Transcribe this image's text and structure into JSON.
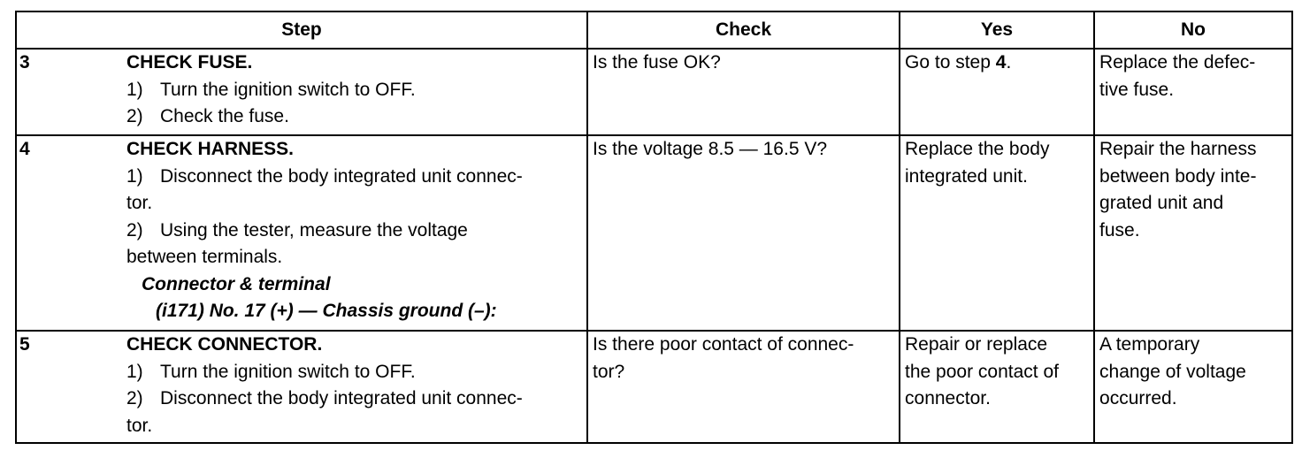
{
  "headers": {
    "step": "Step",
    "check": "Check",
    "yes": "Yes",
    "no": "No"
  },
  "rows": [
    {
      "num": "3",
      "title": "CHECK FUSE.",
      "lines": [
        {
          "n": "1)",
          "t": "Turn the ignition switch to OFF."
        },
        {
          "n": "2)",
          "t": "Check the fuse."
        }
      ],
      "check": "Is the fuse OK?",
      "yes_prefix": "Go to step ",
      "yes_step": "4",
      "yes_suffix": ".",
      "no": "Replace the defec-\ntive fuse."
    },
    {
      "num": "4",
      "title": "CHECK HARNESS.",
      "lines": [
        {
          "n": "1)",
          "t": "Disconnect the body integrated unit connec-"
        },
        {
          "n": "",
          "t": "tor."
        },
        {
          "n": "2)",
          "t": "Using the tester, measure the voltage"
        },
        {
          "n": "",
          "t": "between terminals."
        }
      ],
      "spec_title": "Connector & terminal",
      "spec_value": "(i171) No. 17 (+) — Chassis ground (–):",
      "check": "Is the voltage 8.5 — 16.5 V?",
      "yes": "Replace the body\nintegrated unit.",
      "no": "Repair the harness\nbetween body inte-\ngrated unit and\nfuse."
    },
    {
      "num": "5",
      "title": "CHECK CONNECTOR.",
      "lines": [
        {
          "n": "1)",
          "t": "Turn the ignition switch to OFF."
        },
        {
          "n": "2)",
          "t": "Disconnect the body integrated unit connec-"
        },
        {
          "n": "",
          "t": "tor."
        }
      ],
      "check": "Is there poor contact of connec-\ntor?",
      "yes": "Repair or replace\nthe poor contact of\nconnector.",
      "no": "A temporary\nchange of voltage\noccurred."
    }
  ]
}
